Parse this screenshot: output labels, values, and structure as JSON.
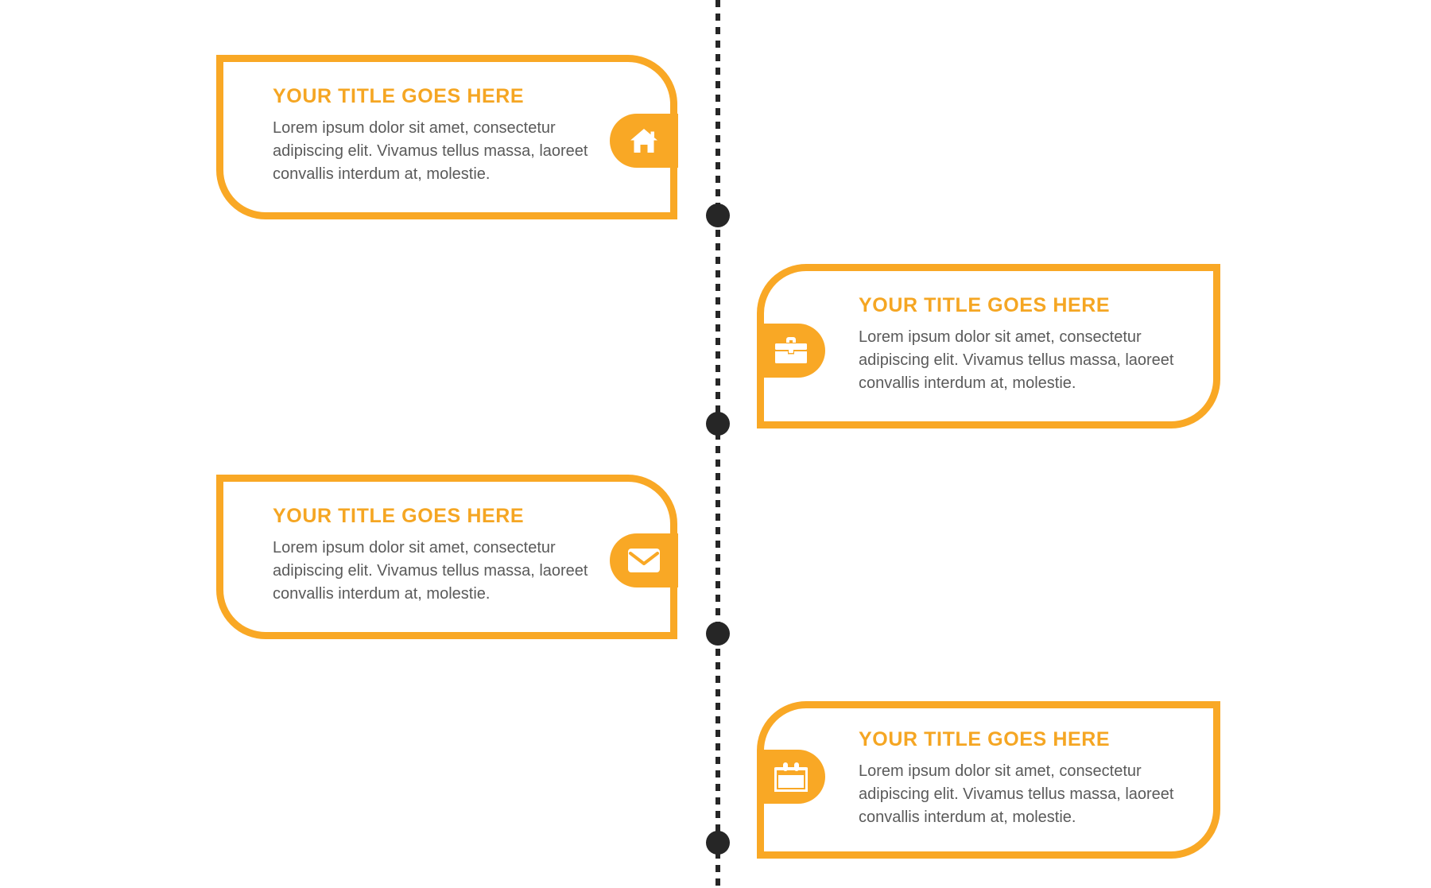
{
  "theme": {
    "accent": "#F9A825",
    "title_color": "#F5A623",
    "body_color": "#5A5A5A",
    "spine_color": "#262626",
    "background": "#FFFFFF"
  },
  "diagram": {
    "type": "vertical-timeline",
    "side_pattern": [
      "left",
      "right",
      "left",
      "right"
    ],
    "dot_count": 4
  },
  "items": [
    {
      "title": "YOUR TITLE GOES HERE",
      "body": "Lorem ipsum dolor sit amet, consectetur adipiscing elit. Vivamus tellus massa, laoreet convallis interdum at, molestie.",
      "icon": "home-icon",
      "side": "left"
    },
    {
      "title": "YOUR TITLE GOES HERE",
      "body": "Lorem ipsum dolor sit amet, consectetur adipiscing elit. Vivamus tellus massa, laoreet convallis interdum at, molestie.",
      "icon": "briefcase-icon",
      "side": "right"
    },
    {
      "title": "YOUR TITLE GOES HERE",
      "body": "Lorem ipsum dolor sit amet, consectetur adipiscing elit. Vivamus tellus massa, laoreet convallis interdum at, molestie.",
      "icon": "envelope-icon",
      "side": "left"
    },
    {
      "title": "YOUR TITLE GOES HERE",
      "body": "Lorem ipsum dolor sit amet, consectetur adipiscing elit. Vivamus tellus massa, laoreet convallis interdum at, molestie.",
      "icon": "calendar-icon",
      "side": "right"
    }
  ]
}
